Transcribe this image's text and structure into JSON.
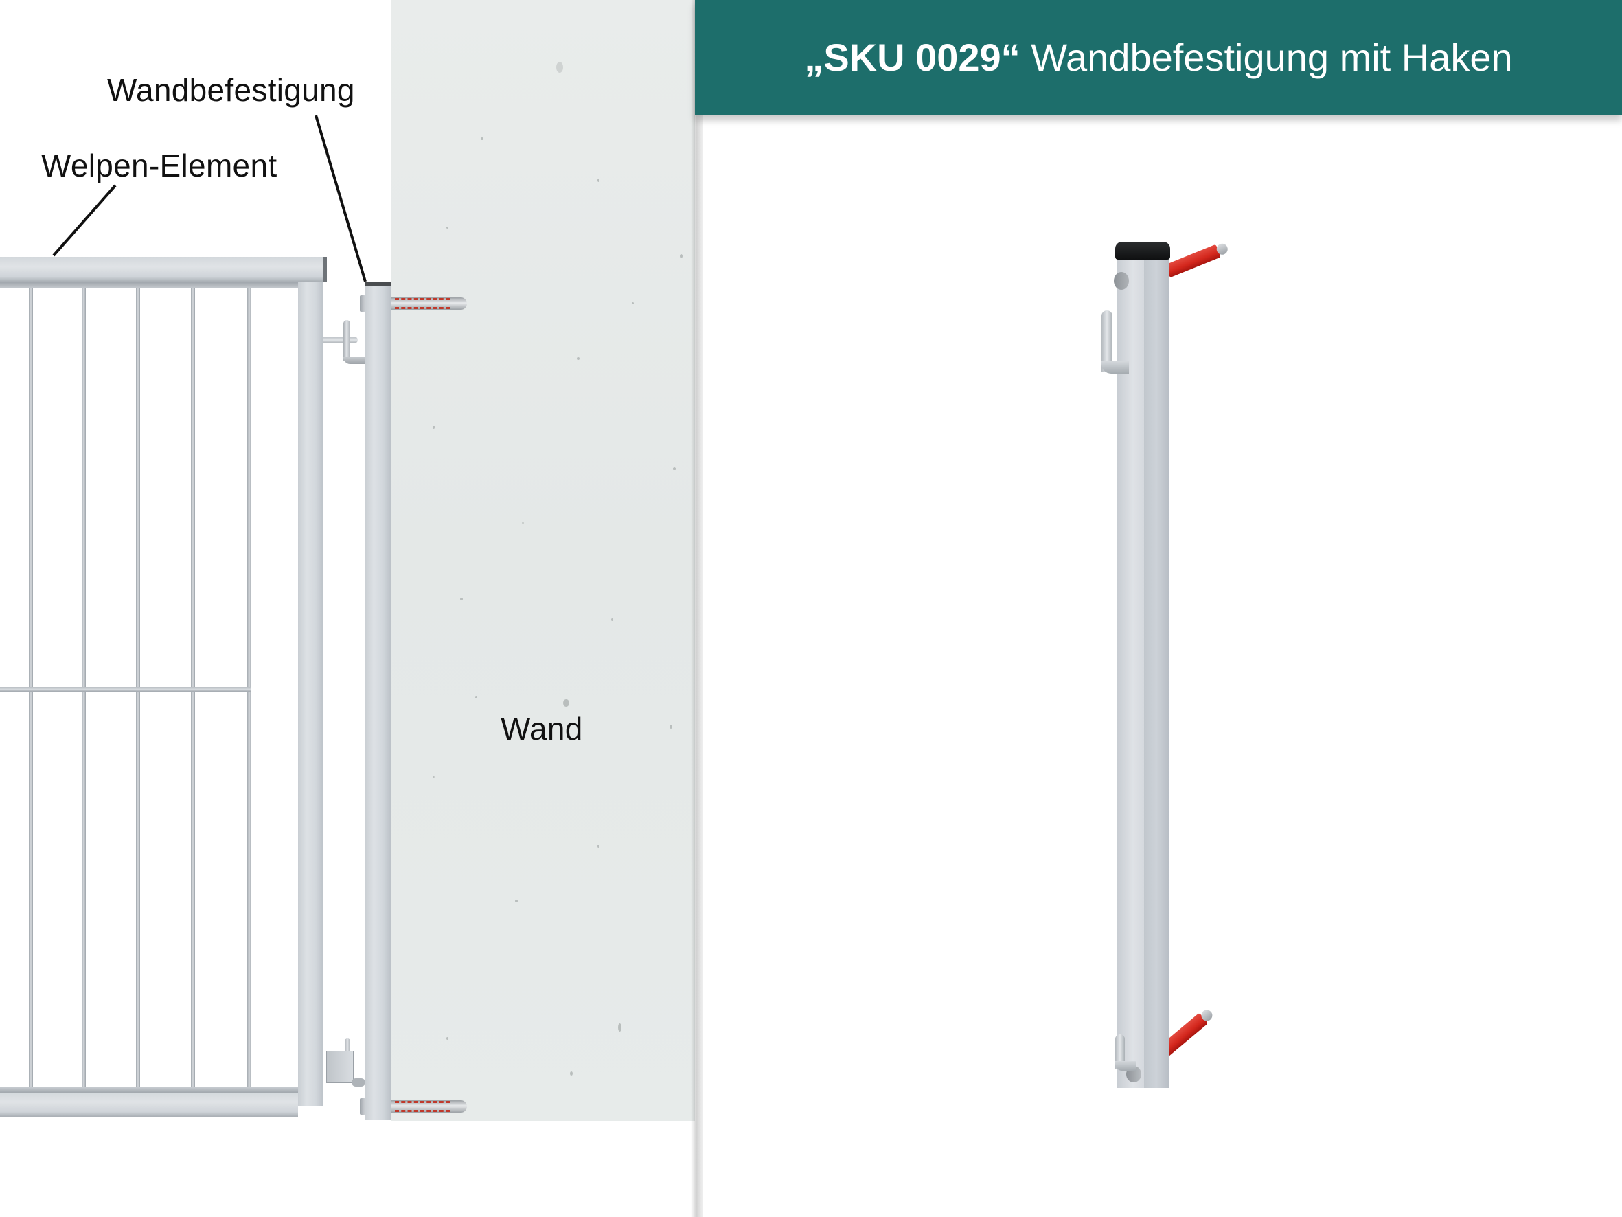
{
  "header": {
    "sku": "„SKU 0029“",
    "title_rest": " Wandbefestigung mit Haken",
    "background_color": "#1d6e6b",
    "text_color": "#ffffff"
  },
  "illustration": {
    "labels": {
      "wall_mount": "Wandbefestigung",
      "puppy_element": "Welpen-Element",
      "wall": "Wand"
    },
    "colors": {
      "wall": "#e7ebea",
      "galvanized_steel": "#d5d9de",
      "dowel_red": "#d3261c",
      "leader_line": "#111111"
    }
  },
  "product": {
    "name": "Wandbefestigung mit Haken",
    "parts": [
      "square-post",
      "black-end-cap",
      "hook-top",
      "hook-bottom",
      "dowel-top",
      "dowel-bottom",
      "bolt-top",
      "bolt-bottom"
    ]
  }
}
